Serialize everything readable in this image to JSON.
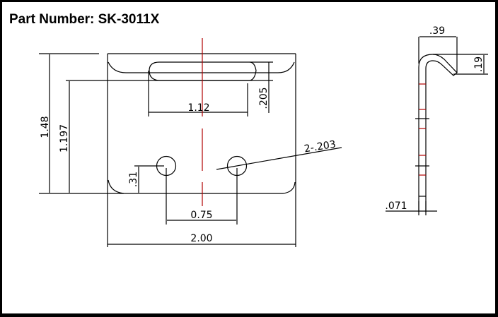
{
  "title": "Part Number: SK-3011X",
  "colors": {
    "line": "#000000",
    "centerline": "#b00000",
    "background": "#ffffff"
  },
  "front_view": {
    "dimensions": {
      "overall_width": "2.00",
      "overall_height": "1.48",
      "slot_to_bottom": "1.197",
      "slot_length": "1.12",
      "slot_width": ".205",
      "hole_spacing": "0.75",
      "hole_height": ".31",
      "hole_callout": "2-.203"
    }
  },
  "side_view": {
    "dimensions": {
      "hook_width": ".39",
      "hook_height": ".19",
      "thickness": ".071"
    }
  }
}
